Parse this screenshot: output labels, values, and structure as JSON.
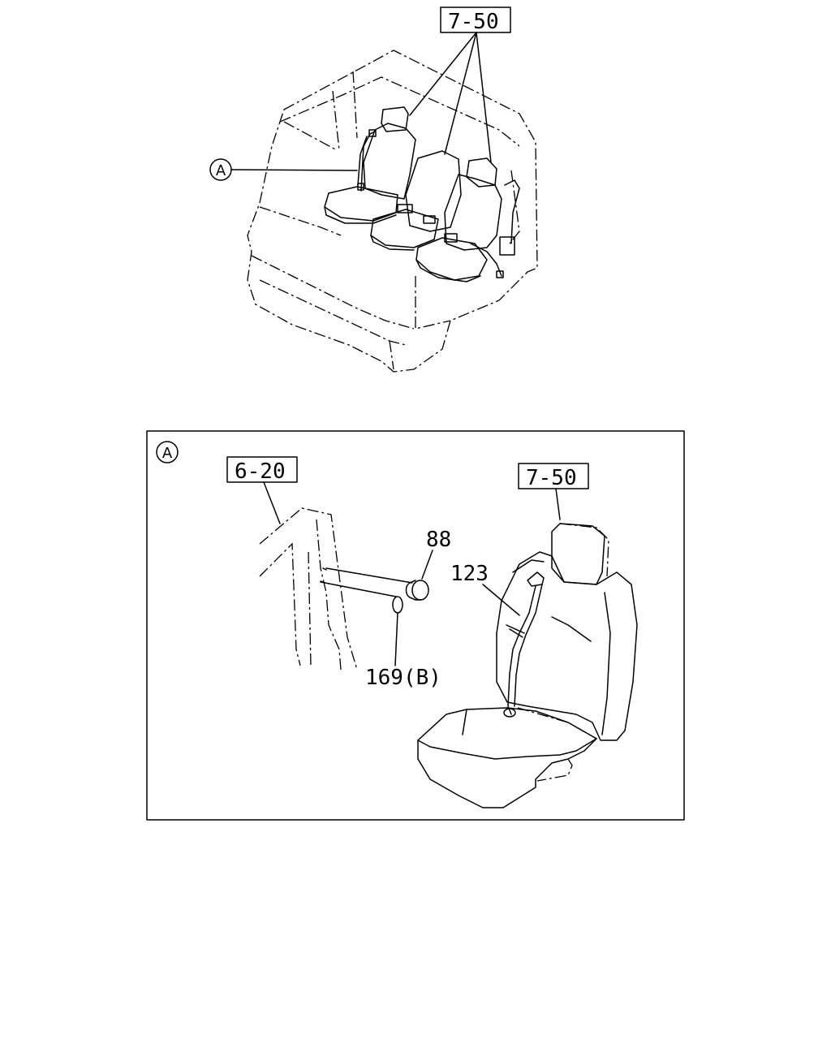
{
  "top_view": {
    "ref_label": "7-50",
    "detail_callout": "A"
  },
  "detail_a": {
    "marker": "A",
    "ref_panel": "6-20",
    "ref_seat": "7-50",
    "parts": {
      "cap": "88",
      "belt": "123",
      "washer": "169(B)"
    }
  }
}
